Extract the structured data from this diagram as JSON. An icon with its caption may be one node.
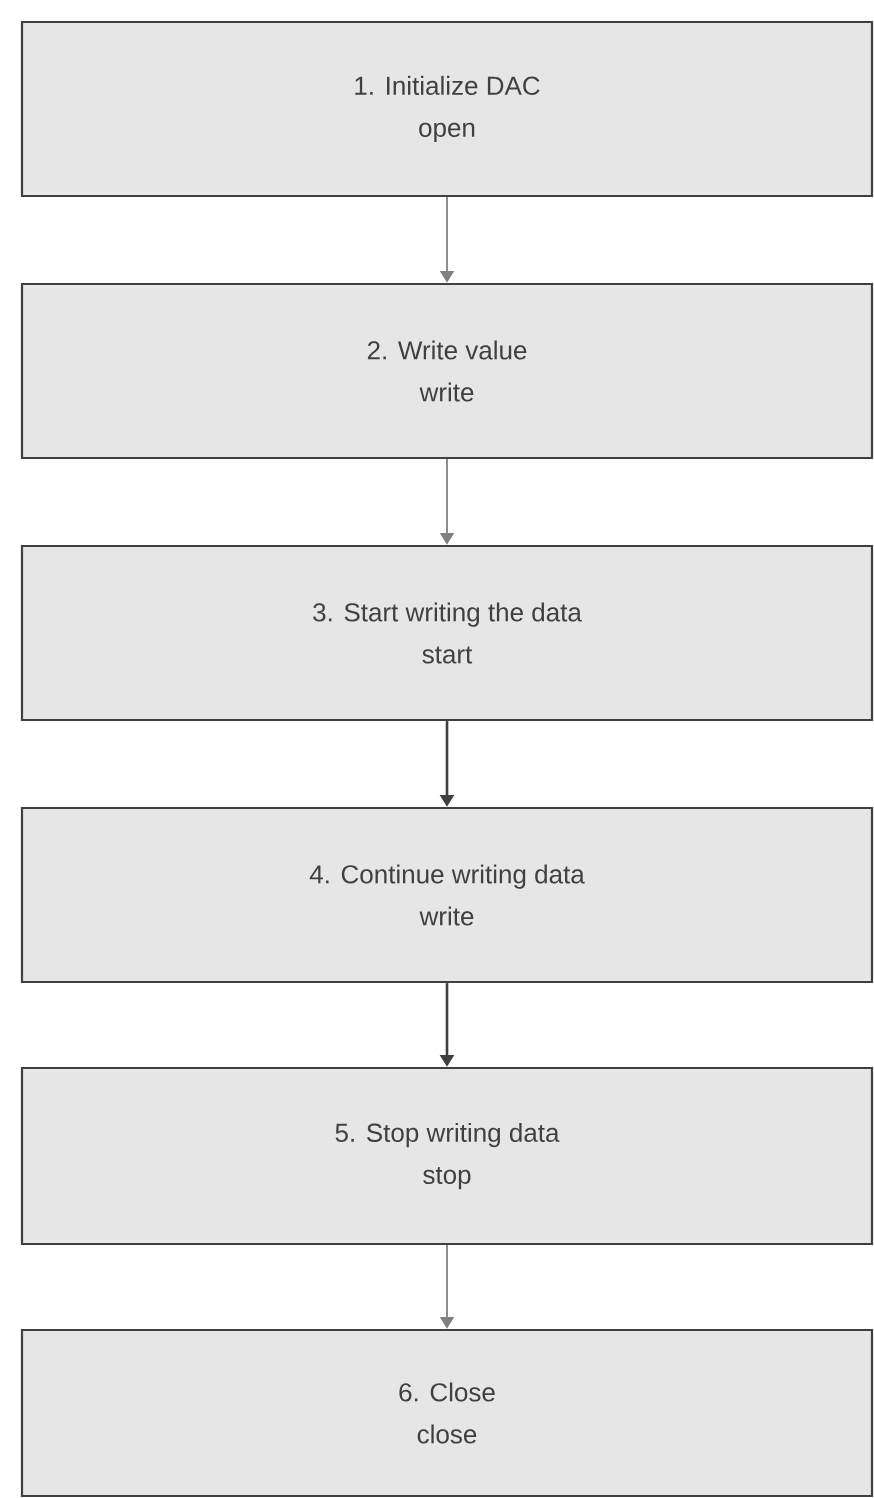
{
  "diagram": {
    "nodes": [
      {
        "text": [
          "1. Initialize DAC",
          "open"
        ]
      },
      {
        "text": [
          "2. Write value",
          "write"
        ]
      },
      {
        "text": [
          "3. Start writing the data",
          "start"
        ]
      },
      {
        "text": [
          "4. Continue writing data",
          "write"
        ]
      },
      {
        "text": [
          "5. Stop writing data",
          "stop"
        ]
      },
      {
        "text": [
          "6. Close",
          "close"
        ]
      }
    ],
    "edges": [
      {
        "from": 0,
        "to": 1,
        "arrow": "to"
      },
      {
        "from": 1,
        "to": 2,
        "arrow": "to"
      },
      {
        "from": 2,
        "to": 3,
        "arrow": "to",
        "color": "#404040"
      },
      {
        "from": 3,
        "to": 4,
        "arrow": "to",
        "color": "#404040"
      },
      {
        "from": 4,
        "to": 5,
        "arrow": "to"
      }
    ]
  }
}
